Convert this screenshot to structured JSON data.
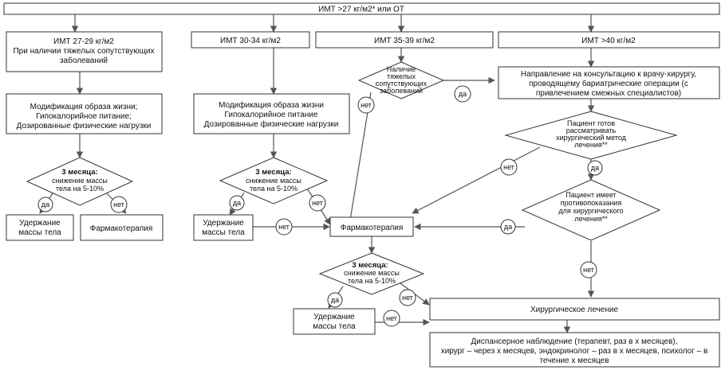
{
  "top": "ИМТ >27 кг/м2* или ОТ",
  "col1": {
    "header": [
      "ИМТ 27-29 кг/м2",
      "При наличии тяжелых сопутствующих",
      "заболеваний"
    ],
    "lifestyle": [
      "Модификация образа жизни;",
      "Гипокалорийное питание;",
      "Дозированные физические нагрузки"
    ],
    "decision_title": "3 месяца:",
    "decision_lines": [
      "снижение массы",
      "тела на 5-10%"
    ],
    "yes": "да",
    "no": "нет",
    "keep": [
      "Удержание",
      "массы тела"
    ],
    "pharma": "Фармакотерапия"
  },
  "col2": {
    "header": "ИМТ 30-34 кг/м2",
    "lifestyle": [
      "Модификация образа жизни",
      "Гипокалорийное питание",
      "Дозированные физические нагрузки"
    ],
    "decision_title": "3 месяца:",
    "decision_lines": [
      "снижение массы",
      "тела на 5-10%"
    ],
    "yes": "да",
    "no": "нет",
    "keep": [
      "Удержание",
      "массы тела"
    ]
  },
  "col3": {
    "header": "ИМТ 35-39 кг/м2",
    "decision": [
      "Наличие",
      "тяжелых",
      "сопутствующих",
      "заболеваний"
    ],
    "yes": "да",
    "no": "нет"
  },
  "col4": {
    "header": "ИМТ >40 кг/м2",
    "referral": [
      "Направление на консультацию к врачу-хирургу,",
      "проводящему бариатрические операции (с",
      "привлечением смежных специалистов)"
    ],
    "ready": [
      "Пациент готов",
      "рассматривать",
      "хирургический метод",
      "лечения**"
    ],
    "ready_no": "нет",
    "ready_yes": "да",
    "contra": [
      "Пациент имеет",
      "противопоказания",
      "для хирургического",
      "лечения**"
    ],
    "contra_yes": "да",
    "contra_no": "нет"
  },
  "center": {
    "pharma": "Фармакотерапия",
    "decision_title": "3 месяца",
    "decision_colon": ":",
    "decision_lines": [
      "снижение массы",
      "тела на 5-10%"
    ],
    "yes": "да",
    "no": "нет",
    "keep": [
      "Удержание",
      "массы тела"
    ],
    "keep_no": "нет"
  },
  "surgery": "Хирургическое лечение",
  "followup": [
    "Диспансерное наблюдение (терапевт, раз в х месяцев),",
    "хирург – через х месяцев, эндокринолог – раз в х месяцев, психолог – в",
    "течение х месяцев"
  ]
}
